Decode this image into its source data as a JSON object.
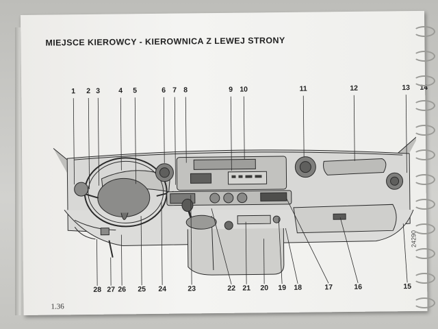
{
  "page": {
    "title": "MIEJSCE KIEROWCY - KIEROWNICA Z LEWEJ STRONY",
    "page_number": "1.36",
    "ref_code": "24290"
  },
  "top_callouts": [
    "1",
    "2",
    "3",
    "4",
    "5",
    "6",
    "7",
    "8",
    "9",
    "10",
    "11",
    "12",
    "13",
    "14"
  ],
  "bottom_callouts": [
    "28",
    "27",
    "26",
    "25",
    "24",
    "23",
    "22",
    "21",
    "20",
    "19",
    "18",
    "17",
    "16",
    "15"
  ],
  "illustration": {
    "subject": "dashboard-left-hand-drive",
    "colors": {
      "line": "#2a2a2a",
      "dash_fill": "#d8d8d6",
      "dark_fill": "#8c8c8a",
      "light_fill": "#ececea"
    }
  }
}
